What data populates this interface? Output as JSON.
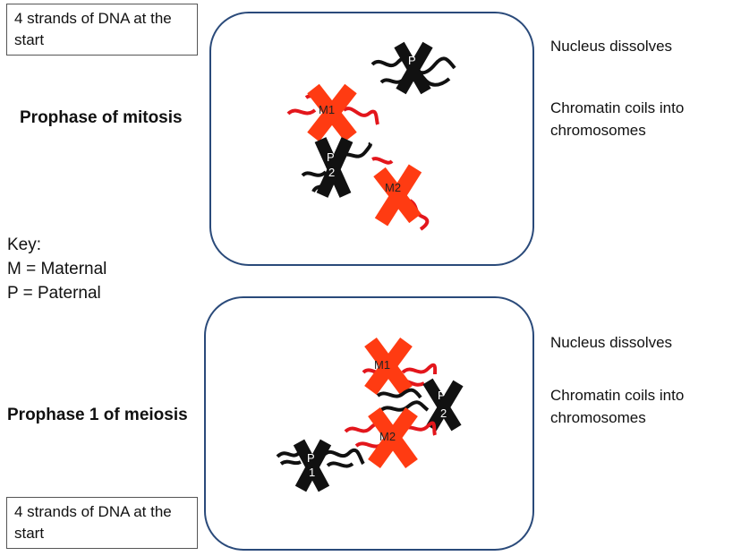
{
  "top_note": "4 strands of DNA at the start",
  "bottom_note": "4 strands of DNA at the start",
  "mitosis": {
    "title": "Prophase of mitosis",
    "notes": [
      "Nucleus dissolves",
      "Chromatin coils into chromosomes"
    ]
  },
  "meiosis": {
    "title": "Prophase 1 of meiosis",
    "notes": [
      "Nucleus dissolves",
      "Chromatin coils into chromosomes"
    ]
  },
  "key": {
    "title": "Key:",
    "maternal": "M = Maternal",
    "paternal": "P = Paternal"
  },
  "chromosome_labels": {
    "m1": "M1",
    "m2": "M2",
    "p1": "P",
    "p1_num": "1",
    "p2": "P",
    "p2_num": "2"
  },
  "colors": {
    "maternal": "#ff3b12",
    "paternal": "#111111",
    "strand_red": "#e3161c",
    "cell_border": "#2a4a7a"
  }
}
